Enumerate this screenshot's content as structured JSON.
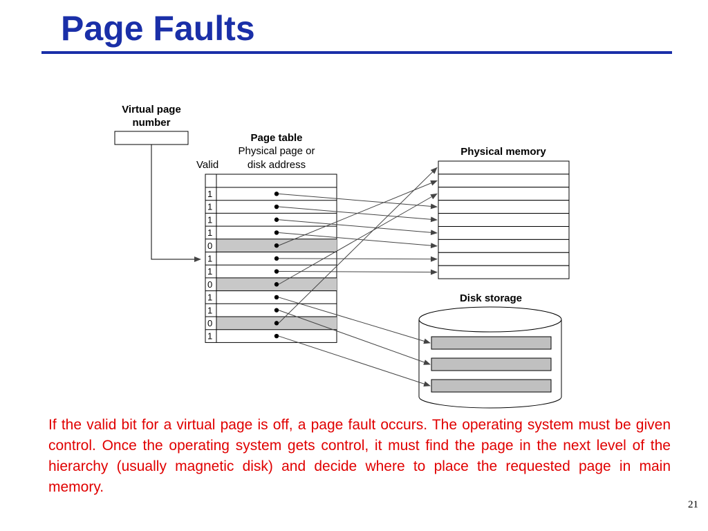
{
  "slide": {
    "title": "Page Faults",
    "page_number": "21",
    "caption": "If the valid bit for a virtual page is off, a page fault occurs. The operating system must be given control. Once the operating system gets control, it must find the page in the next level of the hierarchy (usually magnetic disk) and decide where to place the requested page in main memory."
  },
  "diagram": {
    "vpn_label": [
      "Virtual page",
      "number"
    ],
    "page_table_title": "Page table",
    "page_table_col": [
      "Physical page or",
      "disk address"
    ],
    "valid_label": "Valid",
    "physical_memory_label": "Physical memory",
    "disk_storage_label": "Disk storage",
    "valid_bits": [
      "1",
      "1",
      "1",
      "1",
      "0",
      "1",
      "1",
      "0",
      "1",
      "1",
      "0",
      "1"
    ],
    "colors": {
      "invalid_row": "#c8c8c8",
      "disk_block": "#c0c0c0",
      "arrow": "#444444"
    },
    "mapping": [
      {
        "target": "mem",
        "index": 3
      },
      {
        "target": "mem",
        "index": 4
      },
      {
        "target": "mem",
        "index": 5
      },
      {
        "target": "mem",
        "index": 6
      },
      {
        "target": "mem",
        "index": 1
      },
      {
        "target": "mem",
        "index": 7
      },
      {
        "target": "mem",
        "index": 8
      },
      {
        "target": "mem",
        "index": 2
      },
      {
        "target": "disk",
        "index": 0
      },
      {
        "target": "disk",
        "index": 1
      },
      {
        "target": "mem",
        "index": 0
      },
      {
        "target": "disk",
        "index": 2
      }
    ]
  }
}
